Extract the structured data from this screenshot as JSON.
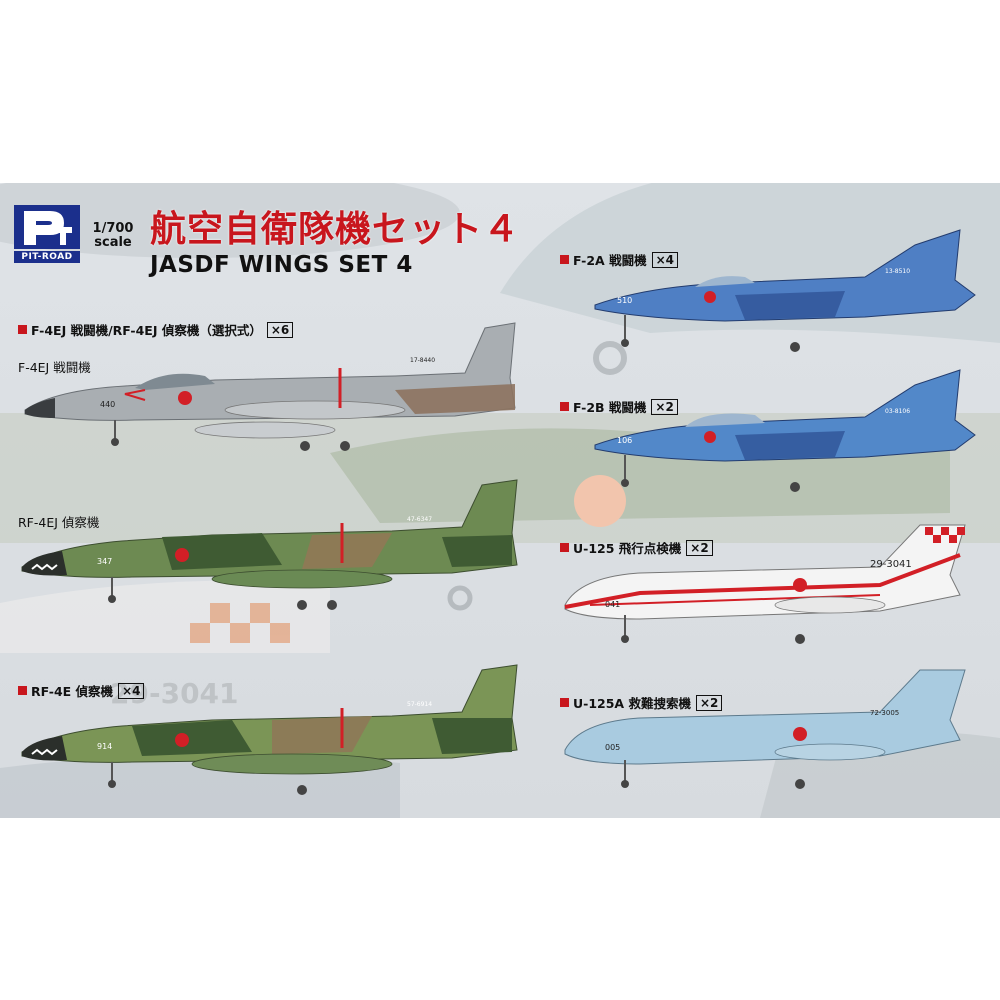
{
  "brand": {
    "logo_text": "PIT-ROAD"
  },
  "scale": {
    "ratio": "1/700",
    "word": "scale"
  },
  "title": {
    "japanese": "航空自衛隊機セット４",
    "english": "JASDF WINGS SET 4"
  },
  "colors": {
    "accent_red": "#c8161d",
    "logo_blue": "#1b2f8c",
    "background": "#dde1e5"
  },
  "items": [
    {
      "name": "F-4EJ 戦闘機/RF-4EJ 偵察機（選択式）",
      "quantity": "×6"
    },
    {
      "name": "F-2A 戦闘機",
      "quantity": "×4"
    },
    {
      "name": "F-2B 戦闘機",
      "quantity": "×2"
    },
    {
      "name": "U-125 飛行点検機",
      "quantity": "×2"
    },
    {
      "name": "RF-4E 偵察機",
      "quantity": "×4"
    },
    {
      "name": "U-125A 救難捜索機",
      "quantity": "×2"
    }
  ],
  "sublabels": {
    "f4ej": "F-4EJ 戦闘機",
    "rf4ej": "RF-4EJ 偵察機"
  },
  "markings": {
    "f4ej_nose": "440",
    "f4ej_tail": "17-8440",
    "rf4ej_nose": "347",
    "rf4ej_tail": "47-6347",
    "rf4e_nose": "914",
    "rf4e_tail": "57-6914",
    "f2a_nose": "510",
    "f2a_tail": "13-8510",
    "f2b_nose": "106",
    "f2b_tail": "03-8106",
    "u125_nose": "041",
    "u125_tail": "29-3041",
    "u125a_nose": "005",
    "u125a_tail": "72-3005"
  }
}
